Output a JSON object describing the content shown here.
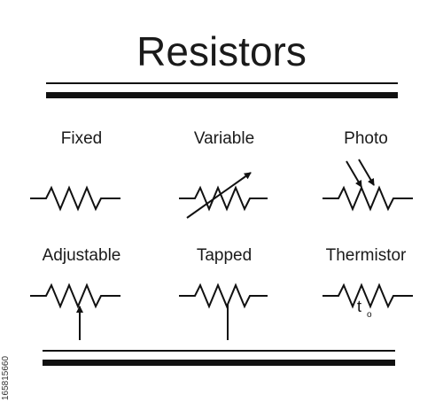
{
  "title": "Resistors",
  "labels": {
    "fixed": "Fixed",
    "variable": "Variable",
    "photo": "Photo",
    "adjustable": "Adjustable",
    "tapped": "Tapped",
    "thermistor": "Thermistor"
  },
  "thermistor_mark": {
    "t": "t",
    "sub": "o"
  },
  "watermark_id": "165815660",
  "colors": {
    "ink": "#111111",
    "background": "#ffffff"
  }
}
